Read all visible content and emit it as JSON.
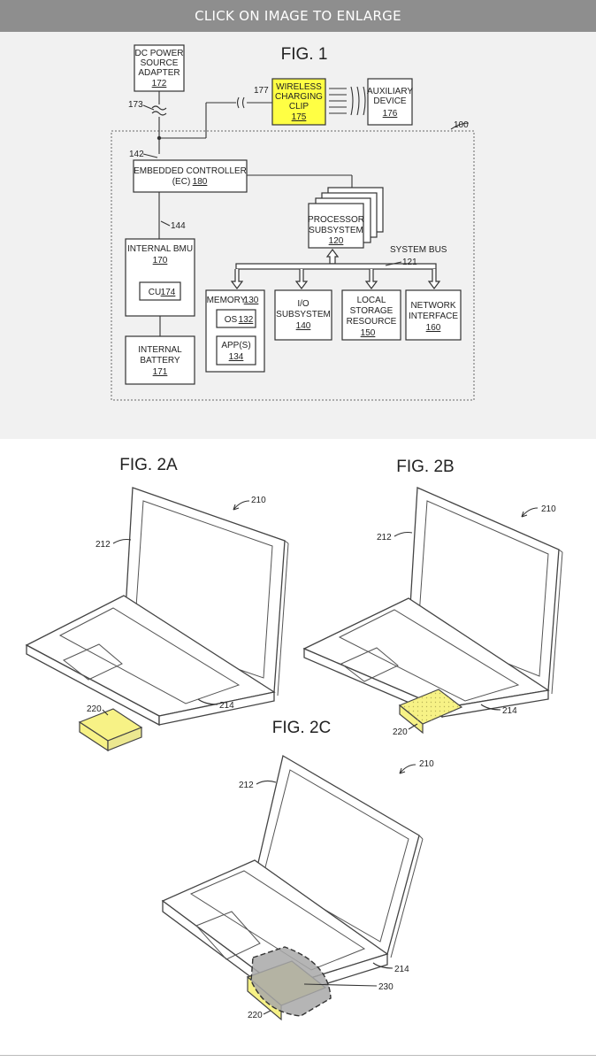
{
  "header": {
    "label": "CLICK ON IMAGE TO ENLARGE"
  },
  "fig1": {
    "title": "FIG. 1",
    "blocks": {
      "dc_power": {
        "lines": [
          "DC POWER",
          "SOURCE",
          "ADAPTER"
        ],
        "ref": "172"
      },
      "wireless_clip": {
        "lines": [
          "WIRELESS",
          "CHARGING",
          "CLIP"
        ],
        "ref": "175"
      },
      "aux_device": {
        "lines": [
          "AUXILIARY",
          "DEVICE"
        ],
        "ref": "176"
      },
      "ec": {
        "line1": "EMBEDDED CONTROLLER",
        "line2": "(EC)",
        "ref": "180"
      },
      "processor": {
        "lines": [
          "PROCESSOR",
          "SUBSYSTEM"
        ],
        "ref": "120"
      },
      "bmu": {
        "line": "INTERNAL BMU",
        "ref": "170"
      },
      "cu": {
        "line": "CU",
        "ref": "174"
      },
      "battery": {
        "lines": [
          "INTERNAL",
          "BATTERY"
        ],
        "ref": "171"
      },
      "memory": {
        "line": "MEMORY",
        "ref": "130"
      },
      "os": {
        "line": "OS",
        "ref": "132"
      },
      "apps": {
        "line": "APP(S)",
        "ref": "134"
      },
      "io": {
        "lines": [
          "I/O",
          "SUBSYSTEM"
        ],
        "ref": "140"
      },
      "storage": {
        "lines": [
          "LOCAL",
          "STORAGE",
          "RESOURCE"
        ],
        "ref": "150"
      },
      "network": {
        "lines": [
          "NETWORK",
          "INTERFACE"
        ],
        "ref": "160"
      }
    },
    "refs": {
      "r173": "173",
      "r177": "177",
      "r100": "100",
      "r142": "142",
      "r144": "144",
      "r121": "121"
    },
    "system_bus_label": "SYSTEM BUS",
    "colors": {
      "highlight": "#ffff44",
      "panel": "#f1f1f1"
    }
  },
  "fig2a": {
    "title": "FIG. 2A",
    "r210": "210",
    "r212": "212",
    "r214": "214",
    "r220": "220"
  },
  "fig2b": {
    "title": "FIG. 2B",
    "r210": "210",
    "r212": "212",
    "r214": "214",
    "r220": "220"
  },
  "fig2c": {
    "title": "FIG. 2C",
    "r210": "210",
    "r212": "212",
    "r214": "214",
    "r220": "220",
    "r230": "230"
  },
  "colors": {
    "clip_yellow": "#f7f286",
    "header_bg": "#8e8e8e"
  }
}
